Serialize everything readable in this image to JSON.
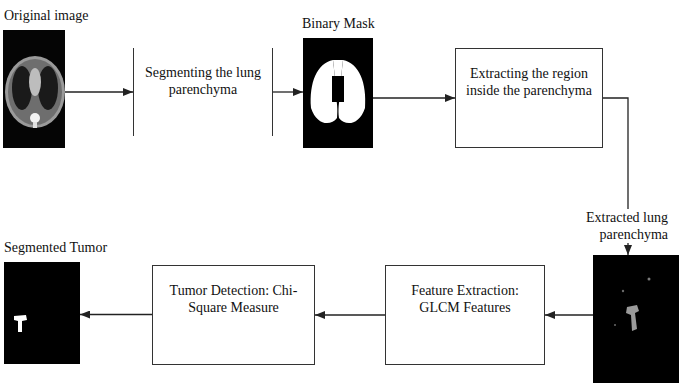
{
  "diagram": {
    "nodes": [
      {
        "text": [
          "Original image"
        ]
      },
      {
        "text": [
          "Segmenting the lung parenchyma"
        ]
      },
      {
        "text": [
          "Binary Mask"
        ]
      },
      {
        "text": [
          "Extracting the region inside the parenchyma"
        ]
      },
      {
        "text": [
          "Extracted lung parenchyma"
        ]
      },
      {
        "text": [
          "Feature Extraction: GLCM Features"
        ]
      },
      {
        "text": [
          "Tumor Detection: Chi-Square Measure"
        ]
      },
      {
        "text": [
          "Segmented Tumor"
        ]
      }
    ],
    "edges": [
      {
        "from": 0,
        "to": 1,
        "arrow": "to"
      },
      {
        "from": 1,
        "to": 2,
        "arrow": "to"
      },
      {
        "from": 2,
        "to": 3,
        "arrow": "to"
      },
      {
        "from": 3,
        "to": 4,
        "arrow": "to"
      },
      {
        "from": 4,
        "to": 5,
        "arrow": "to"
      },
      {
        "from": 5,
        "to": 6,
        "arrow": "to"
      },
      {
        "from": 6,
        "to": 7,
        "arrow": "to"
      }
    ]
  }
}
